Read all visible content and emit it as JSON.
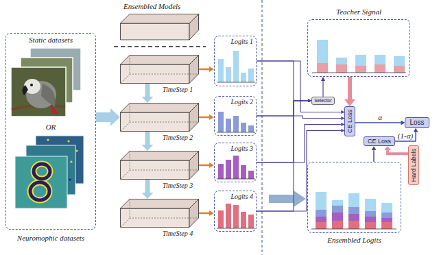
{
  "diagram": {
    "nodes": [
      {
        "text": [
          "Static datasets",
          "OR",
          "Neuromophic datasets"
        ]
      },
      {
        "text": [
          "TimeStep 1"
        ]
      },
      {
        "text": [
          "TimeStep 2"
        ]
      },
      {
        "text": [
          "TimeStep 3"
        ]
      },
      {
        "text": [
          "TimeStep 4"
        ]
      },
      {
        "text": [
          "Logits 1"
        ]
      },
      {
        "text": [
          "Logits 2"
        ]
      },
      {
        "text": [
          "Logits 3"
        ]
      },
      {
        "text": [
          "Logits 4"
        ]
      },
      {
        "text": [
          "Teacher Signal"
        ]
      },
      {
        "text": [
          "Selector"
        ]
      },
      {
        "text": [
          "CE Loss"
        ]
      },
      {
        "text": [
          "Loss"
        ]
      },
      {
        "text": [
          "CE Loss"
        ]
      },
      {
        "text": [
          "Hard Labels"
        ]
      },
      {
        "text": [
          "Ensembled Logits"
        ]
      }
    ],
    "edges": [
      {
        "from": 0,
        "to": 2,
        "arrow": "to"
      },
      {
        "from": 1,
        "to": 2,
        "arrow": "to"
      },
      {
        "from": 2,
        "to": 3,
        "arrow": "to"
      },
      {
        "from": 3,
        "to": 4,
        "arrow": "to"
      },
      {
        "from": 1,
        "to": 5,
        "arrow": "to"
      },
      {
        "from": 2,
        "to": 6,
        "arrow": "to"
      },
      {
        "from": 3,
        "to": 7,
        "arrow": "to"
      },
      {
        "from": 4,
        "to": 8,
        "arrow": "to"
      },
      {
        "from": 5,
        "to": 11,
        "arrow": "to"
      },
      {
        "from": 6,
        "to": 11,
        "arrow": "to"
      },
      {
        "from": 7,
        "to": 11,
        "arrow": "to"
      },
      {
        "from": 8,
        "to": 11,
        "arrow": "to"
      },
      {
        "from": 5,
        "to": 10,
        "arrow": "to"
      },
      {
        "from": 6,
        "to": 10,
        "arrow": "to"
      },
      {
        "from": 7,
        "to": 10,
        "arrow": "to"
      },
      {
        "from": 8,
        "to": 10,
        "arrow": "to"
      },
      {
        "from": 10,
        "to": 9,
        "arrow": "to"
      },
      {
        "from": 9,
        "to": 11,
        "arrow": "to"
      },
      {
        "from": 11,
        "to": 12,
        "label": "α",
        "arrow": "to"
      },
      {
        "from": 15,
        "to": 13,
        "arrow": "to"
      },
      {
        "from": 14,
        "to": 13,
        "arrow": "to"
      },
      {
        "from": 13,
        "to": 12,
        "label": "(1-α)",
        "arrow": "to"
      }
    ],
    "labels": [
      "Ensembled Models"
    ]
  }
}
